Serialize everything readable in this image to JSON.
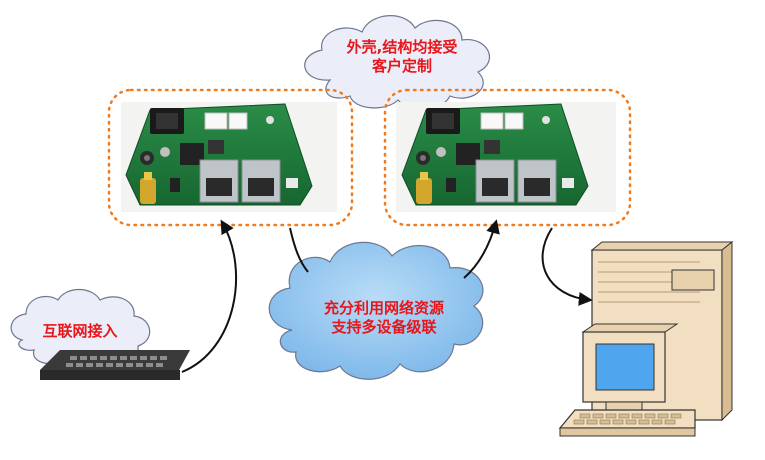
{
  "labels": {
    "customize_line1": "外壳,结构均接受",
    "customize_line2": "客户定制",
    "network_line1": "充分利用网络资源",
    "network_line2": "支持多设备级联",
    "internet_access": "互联网接入"
  },
  "colors": {
    "label_text": "#e8161b",
    "dotted_border": "#f07a1e",
    "cloud_light_fill": "#ebedf9",
    "cloud_blue_fill": "#8ec6f0",
    "cloud_stroke": "#6e7690",
    "pcb_green": "#1f7a3c",
    "monitor_screen": "#4fa6ee",
    "computer_beige": "#f2dfc2"
  }
}
